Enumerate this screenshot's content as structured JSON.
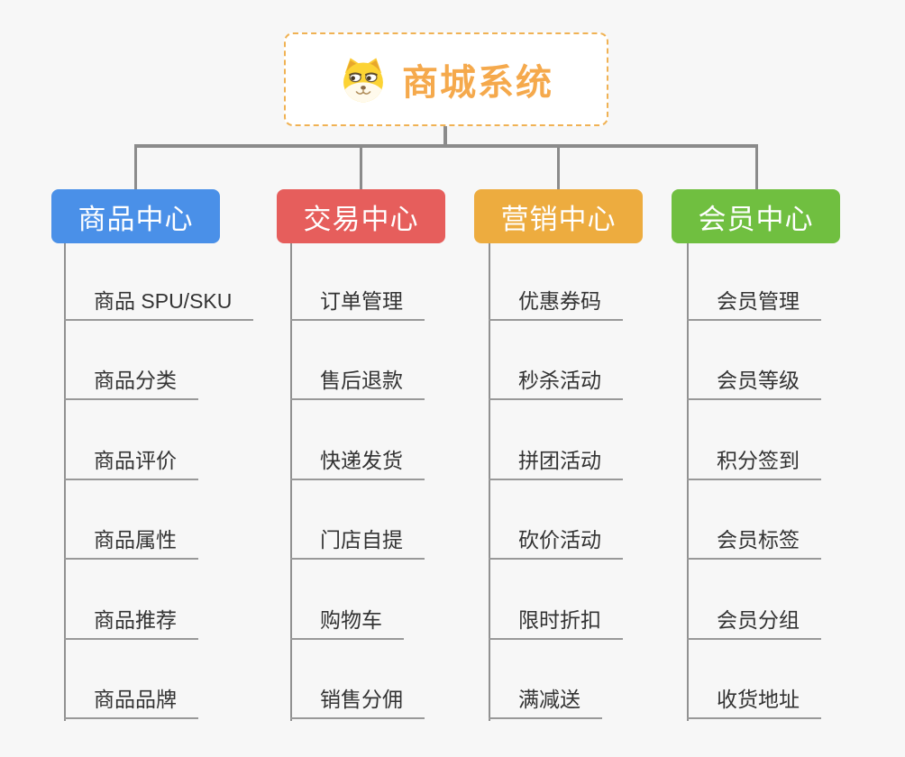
{
  "canvas": {
    "background": "#f7f7f7",
    "connector_color": "#8b8b8b"
  },
  "root": {
    "label": "商城系统",
    "icon": "dog-face-icon",
    "text_color": "#f5a94c",
    "border_color": "#f0b254",
    "background": "#ffffff"
  },
  "branches": [
    {
      "label": "商品中心",
      "color": "#4a90e8",
      "children": [
        "商品 SPU/SKU",
        "商品分类",
        "商品评价",
        "商品属性",
        "商品推荐",
        "商品品牌"
      ]
    },
    {
      "label": "交易中心",
      "color": "#e65e5c",
      "children": [
        "订单管理",
        "售后退款",
        "快递发货",
        "门店自提",
        "购物车",
        "销售分佣"
      ]
    },
    {
      "label": "营销中心",
      "color": "#edac3f",
      "children": [
        "优惠券码",
        "秒杀活动",
        "拼团活动",
        "砍价活动",
        "限时折扣",
        "满减送"
      ]
    },
    {
      "label": "会员中心",
      "color": "#70bf40",
      "children": [
        "会员管理",
        "会员等级",
        "积分签到",
        "会员标签",
        "会员分组",
        "收货地址"
      ]
    }
  ]
}
